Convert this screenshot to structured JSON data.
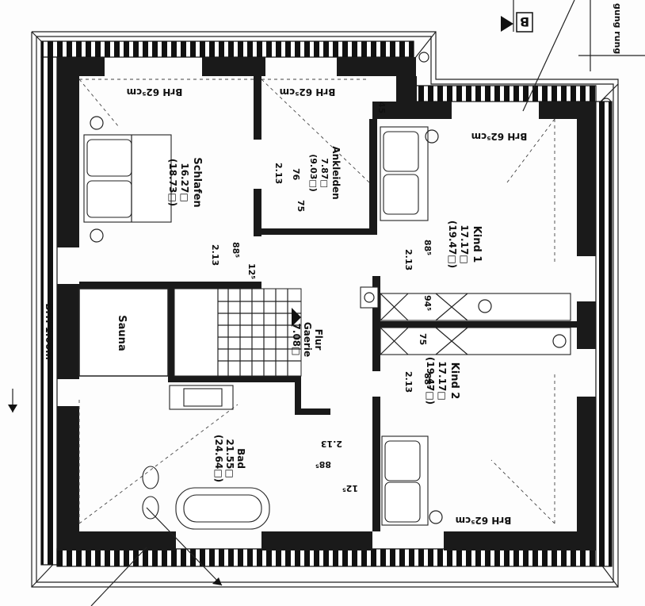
{
  "plan": {
    "rooms": {
      "schlafen": {
        "name": "Schlafen",
        "area": "16.27□",
        "area_alt": "(18.73□)"
      },
      "ankleiden": {
        "name": "Ankleiden",
        "area": "7.87□",
        "area_alt": "(9.03□)"
      },
      "kind1": {
        "name": "Kind 1",
        "area": "17.17□",
        "area_alt": "(19.47□)"
      },
      "kind2": {
        "name": "Kind 2",
        "area": "17.17□",
        "area_alt": "(19.47□)"
      },
      "flur": {
        "name": "Flur",
        "sub": "Gaerie",
        "area": "7.08□"
      },
      "sauna": {
        "name": "Sauna"
      },
      "bad": {
        "name": "Bad",
        "area": "21.55□",
        "area_alt": "(24.64□)"
      }
    },
    "brh_labels": {
      "schlafen": "BrH 62⁵cm",
      "ankleiden": "BrH 62⁵cm",
      "kind1": "BrH 62⁵cm",
      "kind2": "BrH 62⁵cm",
      "left": "BrH 1.00m"
    },
    "dims": {
      "d45": "45",
      "d213_a": "2.13",
      "d76": "76",
      "d75_a": "75",
      "d213_b": "2.13",
      "d885_a": "88⁵",
      "d125_a": "12⁵",
      "d885_b": "88⁵",
      "d213_c": "2.13",
      "d945": "94⁵",
      "d75_b": "75",
      "d885_c": "88⁵",
      "d213_d": "2.13",
      "d213_e": "2.13",
      "d885_d": "88⁵",
      "d125_b": "12⁵"
    },
    "section_marker": "B",
    "corner_text": "gung rung"
  }
}
